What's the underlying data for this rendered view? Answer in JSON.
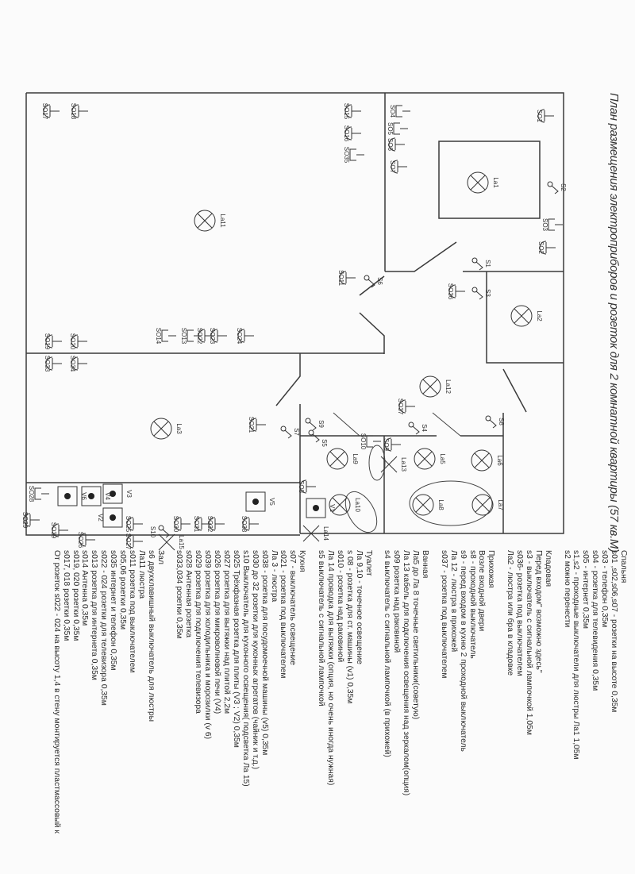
{
  "title": "План размещения электроприборов и  розеток для 2 комнатной  квартиры (57 кв.М)",
  "legend": [
    {
      "heading": "Спальня",
      "lines": [
        "s01 ,s02,s06,s07 - розетки на высоте 0,35м",
        "s03 - телефон 0,35м",
        "s04 - розетка для телевидения 0,35м",
        "s05 - интернет 0,35м",
        "s1,s2 - проходные выключатели для люстры Ла1 1,05м",
        "s2 можно перенести"
      ]
    },
    {
      "heading": "Кладовая",
      "lines": [
        "Перед входом\" возможно здесь\"",
        "s3 - выключатель с сигнальной лампочкой 1,05м",
        "s036- розетка под выключателем",
        "Ла2 - люстра или бра в кладовке"
      ]
    },
    {
      "heading": "Прихожая",
      "lines": [
        "Возле входной двери",
        "s8 - проходной выключатель",
        "s9 - перед входом в кухню 2 проходной выключатель",
        "Ла 12 - люстра в прихожей",
        "s037 - розетка под выключателем"
      ]
    },
    {
      "heading": "Ванная",
      "lines": [
        "Ла5 до Ла 8 точечные светильники(советую)",
        "Ла 13 кабель для подключения освещения над зеркалом(опция)",
        "s09 розетка над раковиной",
        "s4 выключатель с сигнальной лампочкой (в прихожей)"
      ]
    },
    {
      "heading": "Туалет",
      "lines": [
        "Ла 9,10 - точечное освещение",
        "s 08 - розетка для ст. машины (v1) 0,35м",
        "s010 - розетка над раковиной",
        "Ла 14 проводка для вытяжки (опция, но очень иногда нужная)",
        "s5 выключатель с сигнальной лампочкой"
      ]
    },
    {
      "heading": "Кухня",
      "lines": [
        "s07 - выключатель освещение",
        "s021 - розетка под выключателем",
        "Ла 3 - люстра",
        "s038 - розетка для посудомоечной машины (v5) 0,35м",
        "s030 до 32  розетки для кухонных агрегатов (чайник и т.д.)",
        "s10 Выключатель для кухонного освещения( подсветка Ла 15)",
        "s025 Трёхфазная розетка для плиты (V3 ; V2) 0,35м",
        "s027 розетка для вытяжки над плитой 2,2м",
        "s026 розетка для микроволновой печи (V4)",
        "s039 розетка для холодильника и морозилки (v 6)",
        "s029 розетка для подключения телевизора",
        "s028 Антенная розетка",
        "s033,034 розетки 0,35м"
      ]
    },
    {
      "heading": "Зал",
      "lines": [
        "s6 двухклавишный выключатель для люстры",
        "Ла11 люстра",
        "s011 розетка под выключателем",
        "s05,06 розетки 0,35м",
        "s035 интернет и телефон 0,35м",
        "s022 - 024 розетки для телевизора 0,35м",
        "s013 розетка для интернета 0,35м",
        "s014 Антенна 0,35м",
        "s019, 020 розетки 0,35м",
        "s017, 018 розетки 0,35м",
        "От розеток s022 - 024 на высоту 1,4 в стену монтируется пластмассовый к"
      ]
    }
  ],
  "plan": {
    "labels": [
      "SO1",
      "S2",
      "SO3",
      "SO2",
      "S1",
      "S3",
      "SO36",
      "La1",
      "La2",
      "SO4",
      "SO5",
      "SO6",
      "SO7",
      "SO15",
      "SO16",
      "SO35",
      "S6",
      "SO11",
      "La11",
      "SO17",
      "SO18",
      "SO19",
      "SO20",
      "SO33",
      "SO34",
      "SO14",
      "SO13",
      "SO22",
      "SO23",
      "SO24",
      "La3",
      "SO21",
      "S7",
      "S9",
      "S5",
      "La12",
      "SO37",
      "S4",
      "S8",
      "La9",
      "SO10",
      "SO9",
      "La5",
      "La13",
      "La6",
      "La8",
      "La7",
      "La10",
      "SO8",
      "V1",
      "La14",
      "V5",
      "SO38",
      "SO32",
      "SO31",
      "SO30",
      "S10",
      "La15",
      "SO25",
      "SO27",
      "V3",
      "V2",
      "V4",
      "V6",
      "SO28",
      "SO29",
      "SO39",
      "SO26"
    ]
  }
}
